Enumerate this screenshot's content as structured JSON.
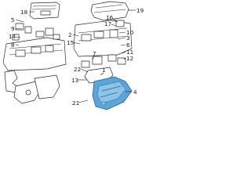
{
  "diagram": {
    "callouts": [
      "18",
      "19",
      "5",
      "9",
      "14",
      "8",
      "16",
      "17",
      "2",
      "15",
      "10",
      "3",
      "6",
      "11",
      "12",
      "7",
      "22",
      "1",
      "13",
      "4",
      "21"
    ],
    "colors": {
      "highlight": "#5da5d6",
      "highlight_stroke": "#1f5f8e",
      "line": "#1a1a1a"
    }
  }
}
